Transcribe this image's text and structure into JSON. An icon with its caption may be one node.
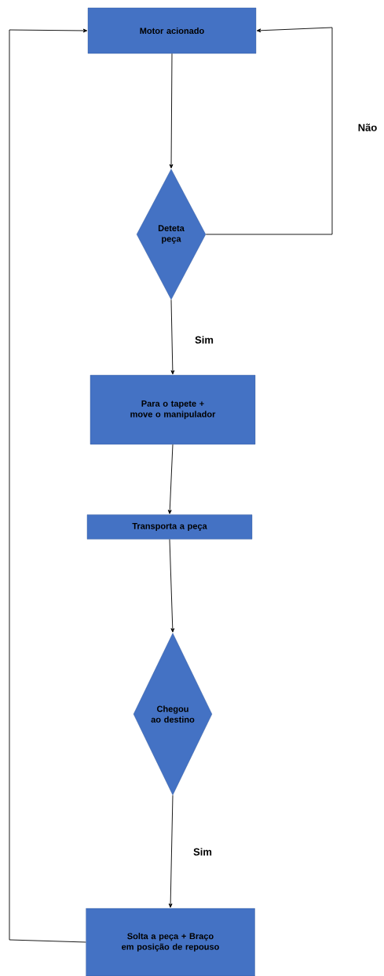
{
  "diagram": {
    "nodes": [
      {
        "text": [
          "Motor acionado"
        ]
      },
      {
        "text": [
          "Deteta peça"
        ]
      },
      {
        "text": [
          "Para o tapete + move o manipulador"
        ]
      },
      {
        "text": [
          "Transporta a peça"
        ]
      },
      {
        "text": [
          "Chegou ao destino"
        ]
      },
      {
        "text": [
          "Solta a peça + Braço em posição de repouso"
        ]
      }
    ],
    "edges": [
      {
        "from": 0,
        "to": 1,
        "arrow": "to"
      },
      {
        "from": 1,
        "to": 0,
        "arrow": "to",
        "label": "Não"
      },
      {
        "from": 1,
        "to": 2,
        "arrow": "to",
        "label": "Sim"
      },
      {
        "from": 2,
        "to": 3,
        "arrow": "to"
      },
      {
        "from": 3,
        "to": 4,
        "arrow": "to"
      },
      {
        "from": 4,
        "to": 5,
        "arrow": "to",
        "label": "Sim"
      },
      {
        "from": 5,
        "to": 0,
        "arrow": "to"
      }
    ]
  }
}
